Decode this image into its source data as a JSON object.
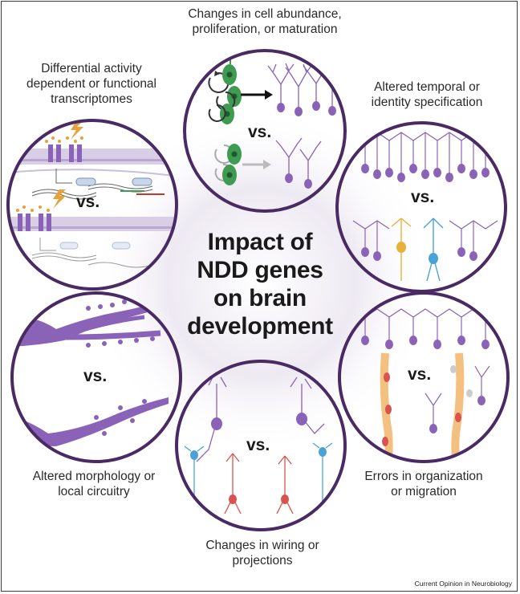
{
  "center_title": {
    "line1": "Impact of",
    "line2": "NDD genes",
    "line3": "on brain",
    "line4": "development"
  },
  "panels": {
    "top": {
      "line1": "Changes in cell abundance,",
      "line2": "proliferation, or maturation"
    },
    "upper_left": {
      "line1": "Differential activity",
      "line2": "dependent or functional",
      "line3": "transcriptomes"
    },
    "upper_right": {
      "line1": "Altered temporal or",
      "line2": "identity specification"
    },
    "lower_left": {
      "line1": "Altered morphology or",
      "line2": "local circuitry"
    },
    "lower_right": {
      "line1": "Errors in organization",
      "line2": "or migration"
    },
    "bottom": {
      "line1": "Changes in wiring or",
      "line2": "projections"
    }
  },
  "vs_label": "vs.",
  "credit": "Current Opinion in Neurobiology",
  "colors": {
    "ring": "#4a2a63",
    "neuron_purple": "#8a63b8",
    "neuron_green": "#3f9a52",
    "neuron_yellow": "#e6b23a",
    "neuron_blue": "#4aa3d8",
    "neuron_red": "#d9534f",
    "glow": "#e6e0ee"
  }
}
